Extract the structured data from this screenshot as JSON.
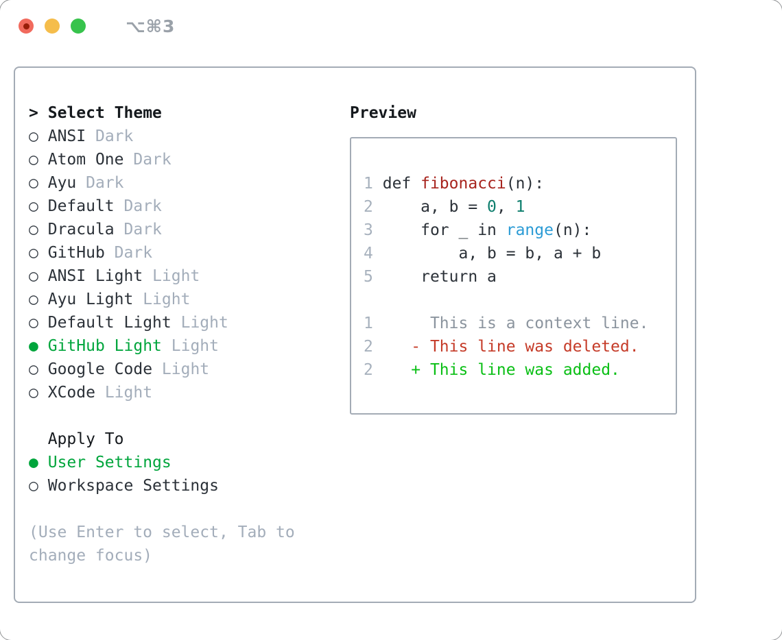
{
  "window": {
    "title": "⌥⌘3"
  },
  "icons": {
    "prompt": ">",
    "radio_unselected": "○",
    "radio_selected": "●"
  },
  "theme_list": {
    "prompt": ">",
    "header": "Select Theme",
    "items": [
      {
        "label": "ANSI",
        "tag": "Dark",
        "selected": false
      },
      {
        "label": "Atom One",
        "tag": "Dark",
        "selected": false
      },
      {
        "label": "Ayu",
        "tag": "Dark",
        "selected": false
      },
      {
        "label": "Default",
        "tag": "Dark",
        "selected": false
      },
      {
        "label": "Dracula",
        "tag": "Dark",
        "selected": false
      },
      {
        "label": "GitHub",
        "tag": "Dark",
        "selected": false
      },
      {
        "label": "ANSI Light",
        "tag": "Light",
        "selected": false
      },
      {
        "label": "Ayu Light",
        "tag": "Light",
        "selected": false
      },
      {
        "label": "Default Light",
        "tag": "Light",
        "selected": false
      },
      {
        "label": "GitHub Light",
        "tag": "Light",
        "selected": true
      },
      {
        "label": "Google Code",
        "tag": "Light",
        "selected": false
      },
      {
        "label": "XCode",
        "tag": "Light",
        "selected": false
      }
    ]
  },
  "apply_to": {
    "header": "Apply To",
    "options": [
      {
        "label": "User Settings",
        "selected": true
      },
      {
        "label": "Workspace Settings",
        "selected": false
      }
    ]
  },
  "help": {
    "line1": "(Use Enter to select, Tab to",
    "line2": "change focus)"
  },
  "preview": {
    "header": "Preview",
    "lines": [
      {
        "kind": "code",
        "num": "1",
        "tokens": [
          {
            "c": "fg",
            "t": "def "
          },
          {
            "c": "func_red",
            "t": "fibonacci"
          },
          {
            "c": "fg",
            "t": "(n):"
          }
        ]
      },
      {
        "kind": "code",
        "num": "2",
        "tokens": [
          {
            "c": "fg",
            "t": "    a, b = "
          },
          {
            "c": "number_teal",
            "t": "0"
          },
          {
            "c": "fg",
            "t": ", "
          },
          {
            "c": "number_teal",
            "t": "1"
          }
        ]
      },
      {
        "kind": "code",
        "num": "3",
        "tokens": [
          {
            "c": "fg",
            "t": "    for _ in "
          },
          {
            "c": "builtin_blue",
            "t": "range"
          },
          {
            "c": "fg",
            "t": "(n):"
          }
        ]
      },
      {
        "kind": "code",
        "num": "4",
        "tokens": [
          {
            "c": "fg",
            "t": "        a, b = b, a + b"
          }
        ]
      },
      {
        "kind": "code",
        "num": "5",
        "tokens": [
          {
            "c": "fg",
            "t": "    return a"
          }
        ]
      },
      {
        "kind": "blank",
        "num": "",
        "tokens": []
      },
      {
        "kind": "context",
        "num": "1",
        "tokens": [
          {
            "c": "context_gray",
            "t": "     This is a context line."
          }
        ]
      },
      {
        "kind": "deleted",
        "num": "2",
        "tokens": [
          {
            "c": "diff_red",
            "t": "   - This line was deleted."
          }
        ]
      },
      {
        "kind": "added",
        "num": "2",
        "tokens": [
          {
            "c": "diff_green",
            "t": "   + This line was added."
          }
        ]
      }
    ]
  },
  "colors": {
    "fg": "#2b3138",
    "heading": "#15191d",
    "muted": "#a3adba",
    "marker": "#363d45",
    "accent_green": "#00a53c",
    "func_red": "#a7241e",
    "number_teal": "#0d7e6d",
    "builtin_blue": "#2b9bd5",
    "diff_red": "#c53b28",
    "diff_green": "#0abf15",
    "context_gray": "#8b949e",
    "gutter": "#a7b1bd",
    "border": "#a3abb5",
    "title_gray": "#9aa1a9",
    "light_red": "#f16a5d",
    "light_red_dot": "#981d08",
    "light_yellow": "#f5bd4b",
    "light_green": "#37c34c"
  }
}
